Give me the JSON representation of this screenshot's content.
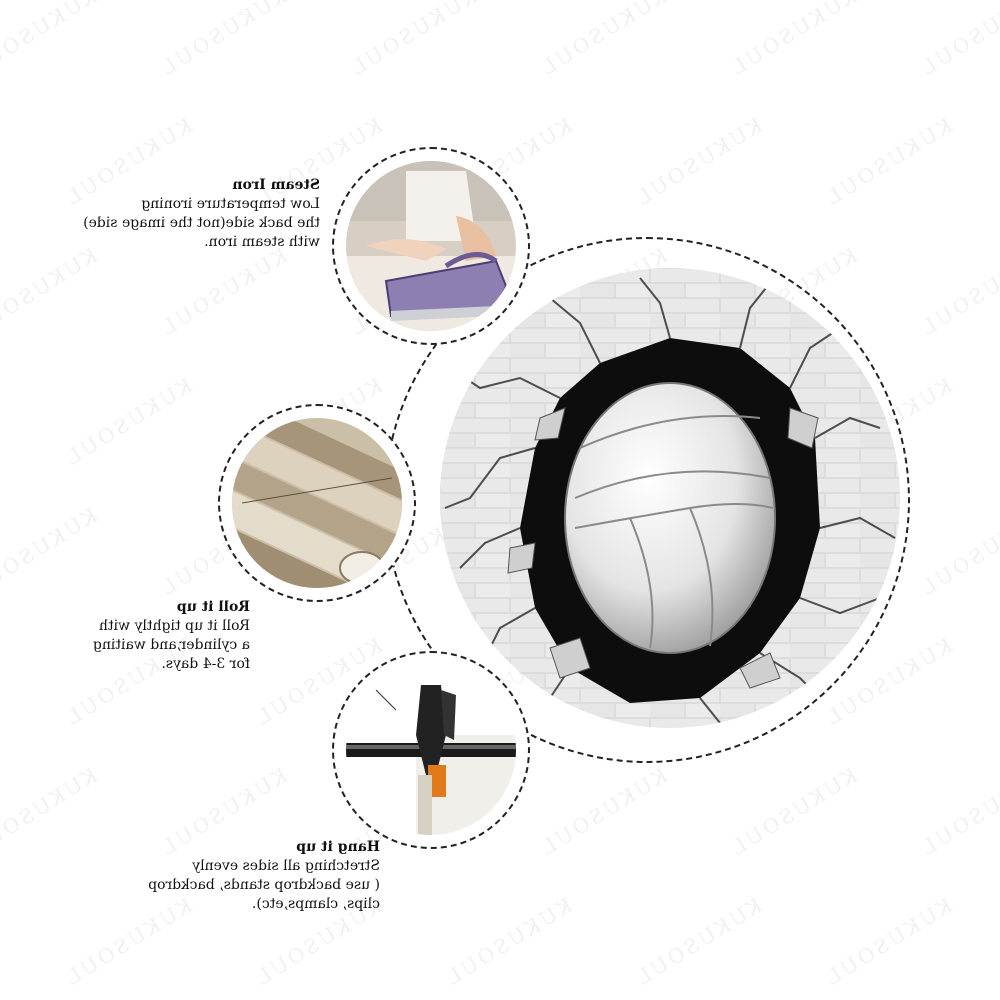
{
  "watermark_text": "KUKUSOUL",
  "steps": [
    {
      "title": "Steam Iron",
      "lines": [
        "Low temperature ironing",
        "the back side(not the image side)",
        "with steam iron."
      ],
      "icon": "steam-iron-photo"
    },
    {
      "title": "Roll it up",
      "lines": [
        "Roll it up tightly with",
        "a cylinder,and waiting",
        "for 3-4 days."
      ],
      "icon": "rolled-backdrop-photo"
    },
    {
      "title": "Hang it up",
      "lines": [
        "Stretching all sides evenly",
        "( use backdrop stands, backdrop",
        "clips, clamps,etc)."
      ],
      "icon": "clamp-photo"
    }
  ],
  "main_image": "volleyball-breaking-brick-wall"
}
